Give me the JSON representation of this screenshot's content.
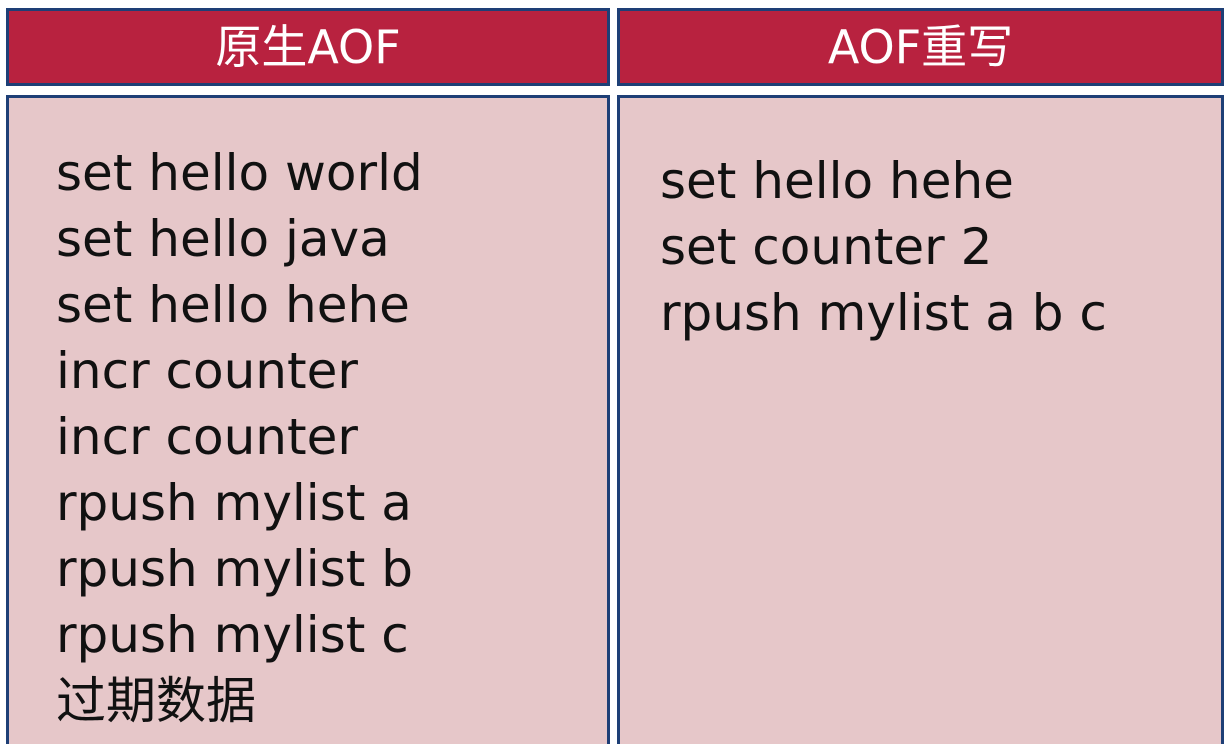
{
  "left": {
    "title": "原生AOF",
    "lines": [
      "set hello world",
      "set hello java",
      "set hello hehe",
      "incr counter",
      "incr counter",
      "rpush mylist a",
      "rpush mylist b",
      "rpush mylist c",
      "过期数据"
    ]
  },
  "right": {
    "title": "AOF重写",
    "lines": [
      "set hello hehe",
      "set counter 2",
      "rpush mylist a b c"
    ]
  },
  "colors": {
    "header_bg": "#b8223f",
    "panel_bg": "#e6c7c9",
    "border": "#1e3f76"
  }
}
